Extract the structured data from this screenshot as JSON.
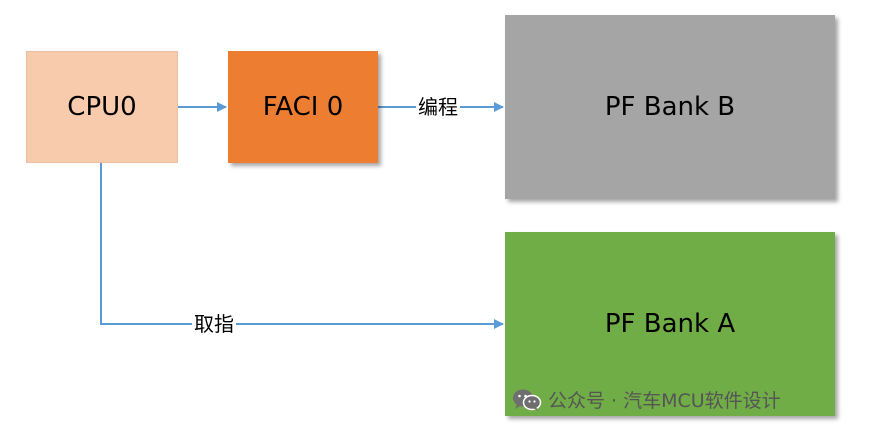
{
  "diagram": {
    "nodes": [
      {
        "id": "cpu0",
        "label": "CPU0",
        "color": "#f8cbad"
      },
      {
        "id": "faci0",
        "label": "FACI 0",
        "color": "#ed7d31"
      },
      {
        "id": "bankb",
        "label": "PF Bank B",
        "color": "#a5a5a5"
      },
      {
        "id": "banka",
        "label": "PF Bank A",
        "color": "#70ad47"
      }
    ],
    "edges": [
      {
        "from": "cpu0",
        "to": "faci0",
        "label": ""
      },
      {
        "from": "faci0",
        "to": "bankb",
        "label": "编程"
      },
      {
        "from": "cpu0",
        "to": "banka",
        "label": "取指"
      }
    ],
    "edge_color": "#5b9bd5"
  },
  "watermark": {
    "text": "公众号 · 汽车MCU软件设计",
    "icon": "wechat-icon"
  }
}
